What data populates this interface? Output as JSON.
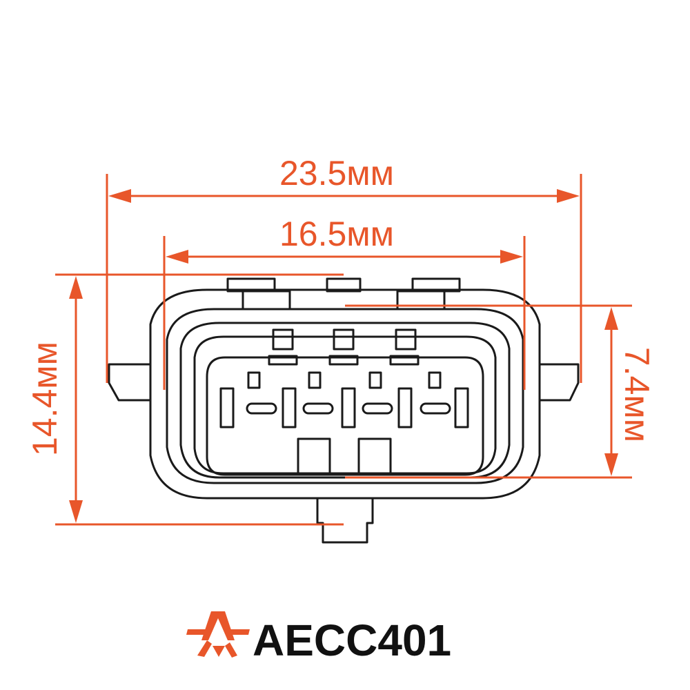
{
  "dimensions": {
    "overall_width": "23.5мм",
    "inner_width": "16.5мм",
    "overall_height": "14.4мм",
    "inner_height": "7.4мм"
  },
  "brand": {
    "model": "AECC401",
    "logo": "a-star-logo-icon"
  },
  "colors": {
    "dimension": "#E8562A",
    "outline": "#1a1a1a",
    "background": "#ffffff"
  }
}
